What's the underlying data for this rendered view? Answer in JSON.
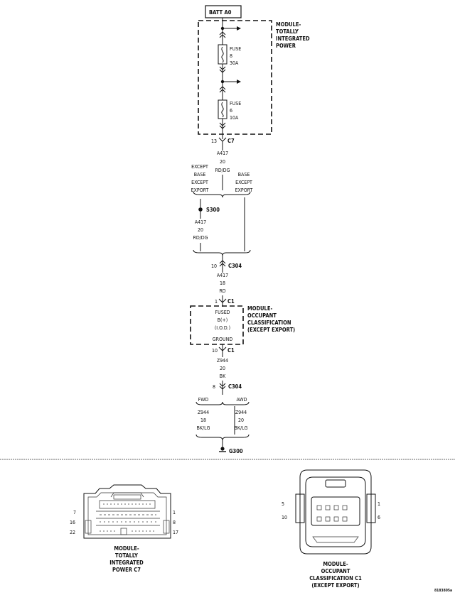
{
  "source": {
    "label": "BATT A0"
  },
  "module_tipm": {
    "label_lines": [
      "MODULE-",
      "TOTALLY",
      "INTEGRATED",
      "POWER"
    ]
  },
  "fuse8": {
    "lines": [
      "FUSE",
      "8",
      "30A"
    ]
  },
  "fuse6": {
    "lines": [
      "FUSE",
      "6",
      "10A"
    ]
  },
  "conn_c7_top": {
    "pin": "13",
    "name": "C7"
  },
  "wire_a417_20": {
    "lines": [
      "A417",
      "20",
      "RD/DG"
    ]
  },
  "variant_left": {
    "lines": [
      "EXCEPT",
      "BASE",
      "EXCEPT",
      "EXPORT"
    ]
  },
  "variant_right": {
    "lines": [
      "BASE",
      "EXCEPT",
      "EXPORT"
    ]
  },
  "splice": {
    "name": "S300"
  },
  "wire_a417_20b": {
    "lines": [
      "A417",
      "20",
      "RD/DG"
    ]
  },
  "conn_c304_top": {
    "pin": "10",
    "name": "C304"
  },
  "wire_a417_18": {
    "lines": [
      "A417",
      "18",
      "RD"
    ]
  },
  "conn_c1_top": {
    "pin": "1",
    "name": "C1"
  },
  "module_occ": {
    "inner_lines": [
      "FUSED",
      "B(+)",
      "(I.O.D.)"
    ],
    "ground_label": "GROUND",
    "label_lines": [
      "MODULE-",
      "OCCUPANT",
      "CLASSIFICATION",
      "(EXCEPT EXPORT)"
    ]
  },
  "conn_c1_bottom": {
    "pin": "10",
    "name": "C1"
  },
  "wire_z944_20": {
    "lines": [
      "Z944",
      "20",
      "BK"
    ]
  },
  "conn_c304_bottom": {
    "pin": "8",
    "name": "C304"
  },
  "variant_fwd": {
    "label": "FWD"
  },
  "variant_awd": {
    "label": "AWD"
  },
  "wire_z944_left": {
    "lines": [
      "Z944",
      "18",
      "BK/LG"
    ]
  },
  "wire_z944_right": {
    "lines": [
      "Z944",
      "20",
      "BK/LG"
    ]
  },
  "ground": {
    "name": "G300"
  },
  "connector_c7": {
    "pins": {
      "top_left": "7",
      "top_right": "1",
      "mid_left": "16",
      "mid_right": "8",
      "bot_left": "22",
      "bot_right": "17"
    },
    "caption_lines": [
      "MODULE-",
      "TOTALLY",
      "INTEGRATED",
      "POWER C7"
    ]
  },
  "connector_c1": {
    "pins": {
      "top_left": "5",
      "top_right": "1",
      "bot_left": "10",
      "bot_right": "6"
    },
    "caption_lines": [
      "MODULE-",
      "OCCUPANT",
      "CLASSIFICATION C1",
      "(EXCEPT EXPORT)"
    ]
  },
  "figure_id": "8183805a"
}
